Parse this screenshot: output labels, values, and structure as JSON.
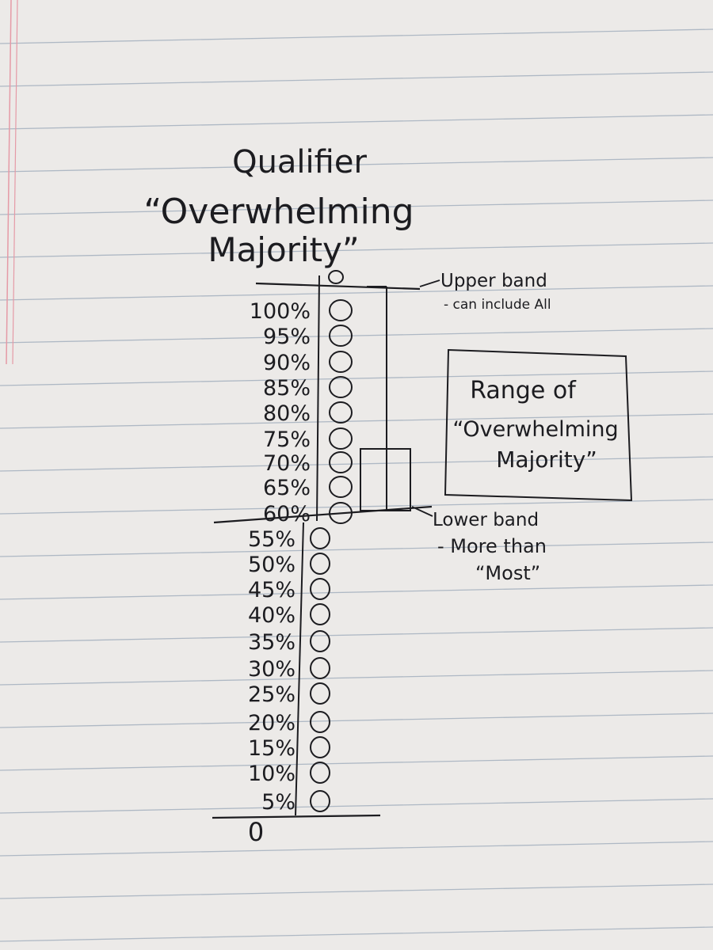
{
  "title": {
    "line1": "Qualifier",
    "line2": "“Overwhelming",
    "line3": "Majority”"
  },
  "scale": {
    "labels": [
      "100%",
      "95%",
      "90%",
      "85%",
      "80%",
      "75%",
      "70%",
      "65%",
      "60%",
      "55%",
      "50%",
      "45%",
      "40%",
      "35%",
      "30%",
      "25%",
      "20%",
      "15%",
      "10%",
      "5%"
    ],
    "zero_label": "0"
  },
  "annotations": {
    "upper_band_title": "Upper band",
    "upper_band_note": "- can include All",
    "lower_band_title": "Lower band",
    "lower_band_note_1": "- More than",
    "lower_band_note_2": "“Most”"
  },
  "range_box": {
    "line1": "Range of",
    "line2": "“Overwhelming",
    "line3": "Majority”"
  },
  "colors": {
    "paper": "#eceae8",
    "rule_line": "#9aa8b8",
    "margin_line": "#e59aa6",
    "ink": "#1c1c20"
  }
}
